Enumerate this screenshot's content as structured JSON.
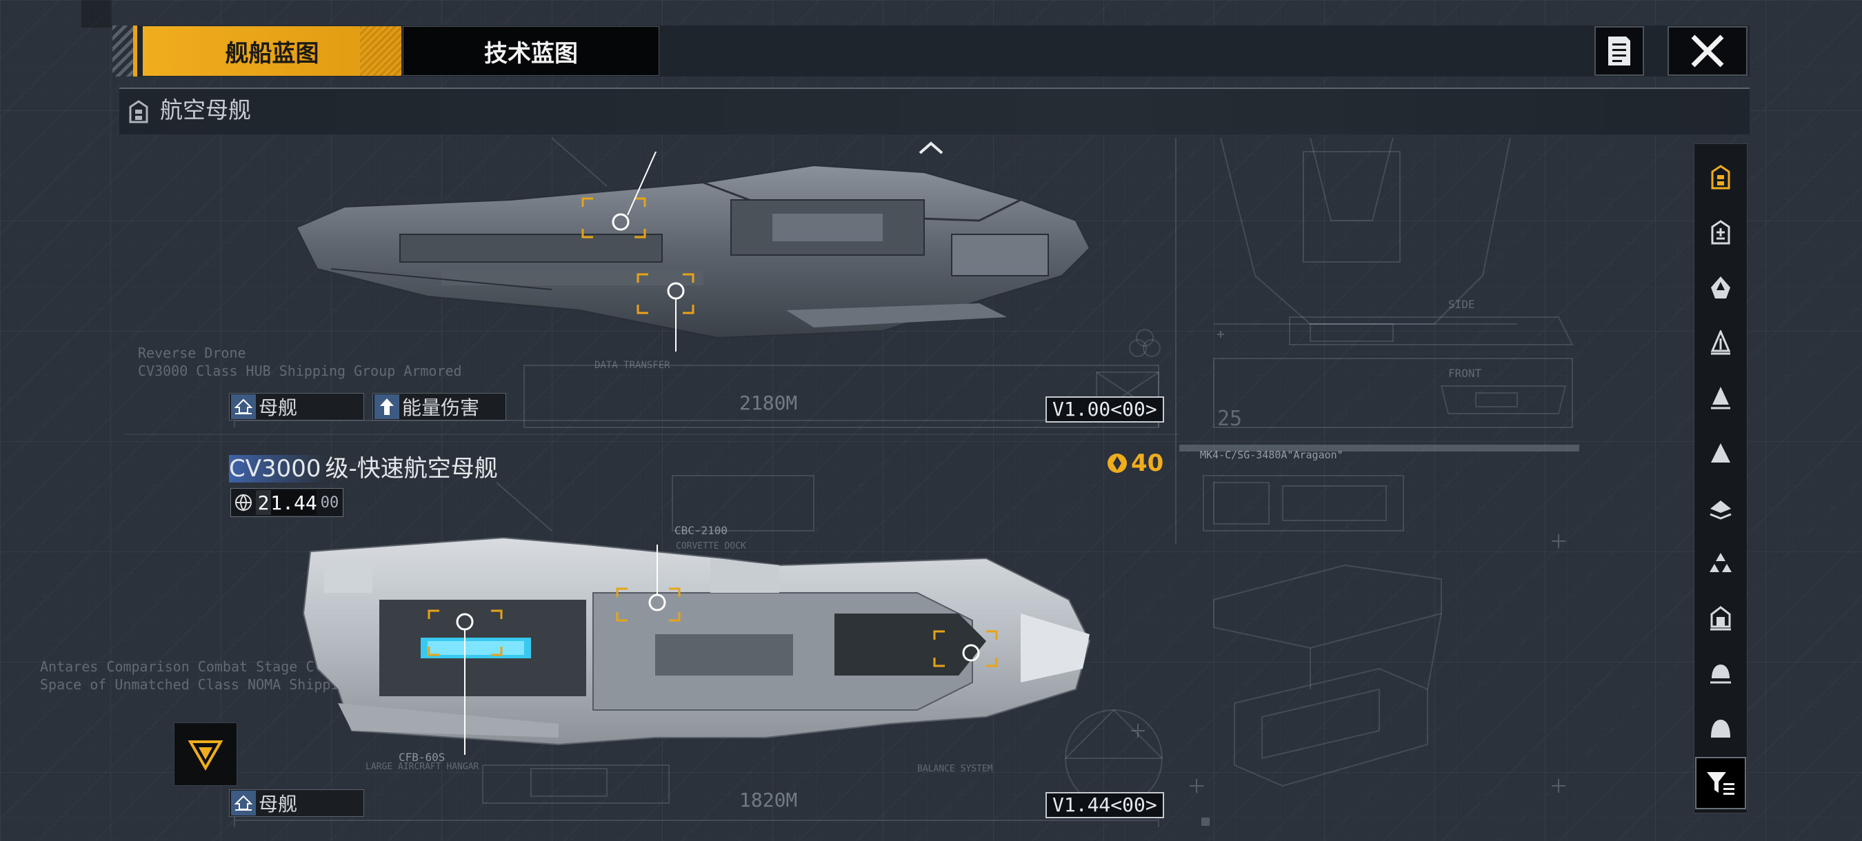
{
  "tabs": [
    {
      "label": "舰船蓝图",
      "active": true
    },
    {
      "label": "技术蓝图",
      "active": false
    }
  ],
  "category": {
    "title": "航空母舰"
  },
  "ship1": {
    "tags": [
      {
        "icon": "carrier-class-icon",
        "label": "母舰"
      },
      {
        "icon": "arrow-up-icon",
        "label": "能量伤害"
      }
    ],
    "version": "V1.00<00>",
    "length": "2180M",
    "annotation": "DATA TRANSFER"
  },
  "ship2": {
    "title_prefix": "CV3000",
    "title_suffix": "级-快速航空母舰",
    "cost": "40",
    "stat_count": "2",
    "stat_value": "1.44",
    "stat_decimal": "00",
    "tags": [
      {
        "icon": "carrier-class-icon",
        "label": "母舰"
      }
    ],
    "version": "V1.44<00>",
    "length": "1820M",
    "module_labels": [
      "CBC-2100",
      "CFB-60S",
      "MK4-C/SG-3480A\"Aragaon\""
    ]
  },
  "blueprint_texts": {
    "left1_line1": "Reverse Drone",
    "left1_line2": "CV3000 Class HUB Shipping Group Armored",
    "left2_line1": "Antares Comparison Combat Stage Class",
    "left2_line2": "Space of Unmatched Class NOMA Shipping Group",
    "side": "SIDE",
    "front": "FRONT",
    "num25": "25",
    "corvette": "CORVETTE DOCK",
    "hangar": "LARGE AIRCRAFT HANGAR",
    "balance": "BALANCE SYSTEM"
  },
  "colors": {
    "accent": "#f0ad1d",
    "select_blue": "#3e62a8"
  }
}
